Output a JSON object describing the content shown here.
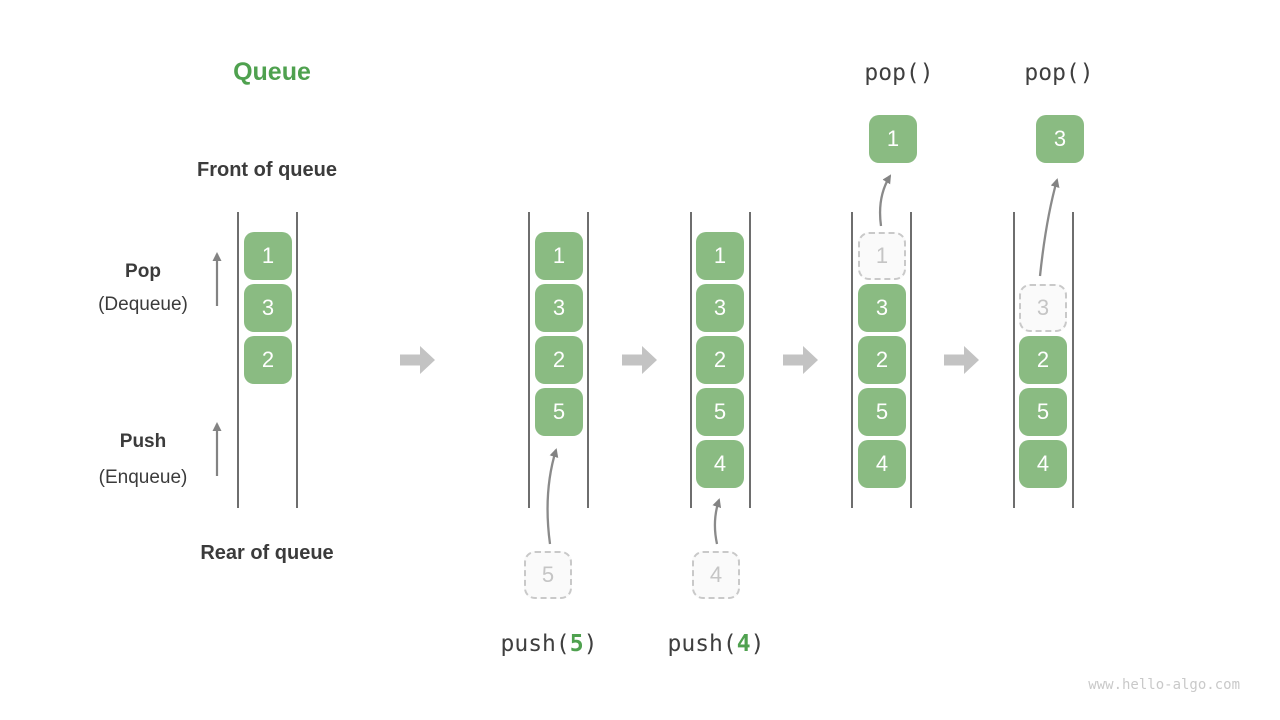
{
  "diagram": {
    "title": "Queue",
    "watermark": "www.hello-algo.com"
  },
  "labels": {
    "front": "Front of queue",
    "rear": "Rear of queue",
    "pop": "Pop",
    "pop_sub": "(Dequeue)",
    "push": "Push",
    "push_sub": "(Enqueue)"
  },
  "operations": {
    "push5": {
      "prefix": "push(",
      "arg": "5",
      "suffix": ")"
    },
    "push4": {
      "prefix": "push(",
      "arg": "4",
      "suffix": ")"
    },
    "pop_first": "pop()",
    "pop_second": "pop()"
  },
  "states": [
    {
      "cells": [
        "1",
        "3",
        "2"
      ]
    },
    {
      "cells": [
        "1",
        "3",
        "2",
        "5"
      ],
      "staged": "5"
    },
    {
      "cells": [
        "1",
        "3",
        "2",
        "5",
        "4"
      ],
      "staged": "4"
    },
    {
      "removed": "1",
      "cells": [
        "3",
        "2",
        "5",
        "4"
      ],
      "popped": "1"
    },
    {
      "removed": "3",
      "cells": [
        "2",
        "5",
        "4"
      ],
      "popped": "3"
    }
  ],
  "colors": {
    "node_green": "#8ABB82",
    "accent_green": "#4FA14F",
    "text_dark": "#3B3B3B",
    "block_arrow_gray": "#C3C3C3",
    "thin_arrow_gray": "#838383",
    "rail_gray": "#6E6E6E",
    "dashed_gray": "#C9C9C9",
    "watermark_gray": "#C9C9C9"
  }
}
